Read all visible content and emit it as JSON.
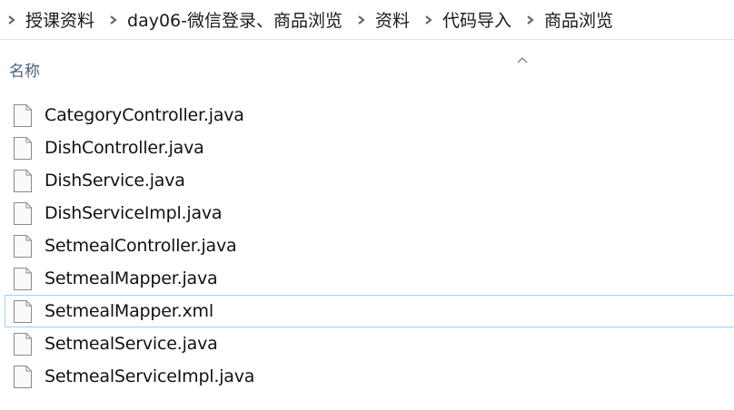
{
  "breadcrumb": {
    "items": [
      {
        "label": "授课资料"
      },
      {
        "label": "day06-微信登录、商品浏览"
      },
      {
        "label": "资料"
      },
      {
        "label": "代码导入"
      },
      {
        "label": "商品浏览"
      }
    ],
    "separator_icon": "chevron-right-icon"
  },
  "list": {
    "column_header": "名称",
    "sort_icon": "sort-ascending-icon",
    "files": [
      {
        "name": "CategoryController.java",
        "icon": "file-icon",
        "focused": false
      },
      {
        "name": "DishController.java",
        "icon": "file-icon",
        "focused": false
      },
      {
        "name": "DishService.java",
        "icon": "file-icon",
        "focused": false
      },
      {
        "name": "DishServiceImpl.java",
        "icon": "file-icon",
        "focused": false
      },
      {
        "name": "SetmealController.java",
        "icon": "file-icon",
        "focused": false
      },
      {
        "name": "SetmealMapper.java",
        "icon": "file-icon",
        "focused": false
      },
      {
        "name": "SetmealMapper.xml",
        "icon": "file-icon",
        "focused": true
      },
      {
        "name": "SetmealService.java",
        "icon": "file-icon",
        "focused": false
      },
      {
        "name": "SetmealServiceImpl.java",
        "icon": "file-icon",
        "focused": false
      }
    ]
  },
  "colors": {
    "focus_border": "#99d1ff",
    "header_text": "#4c607a",
    "divider": "#e3e3e3"
  }
}
